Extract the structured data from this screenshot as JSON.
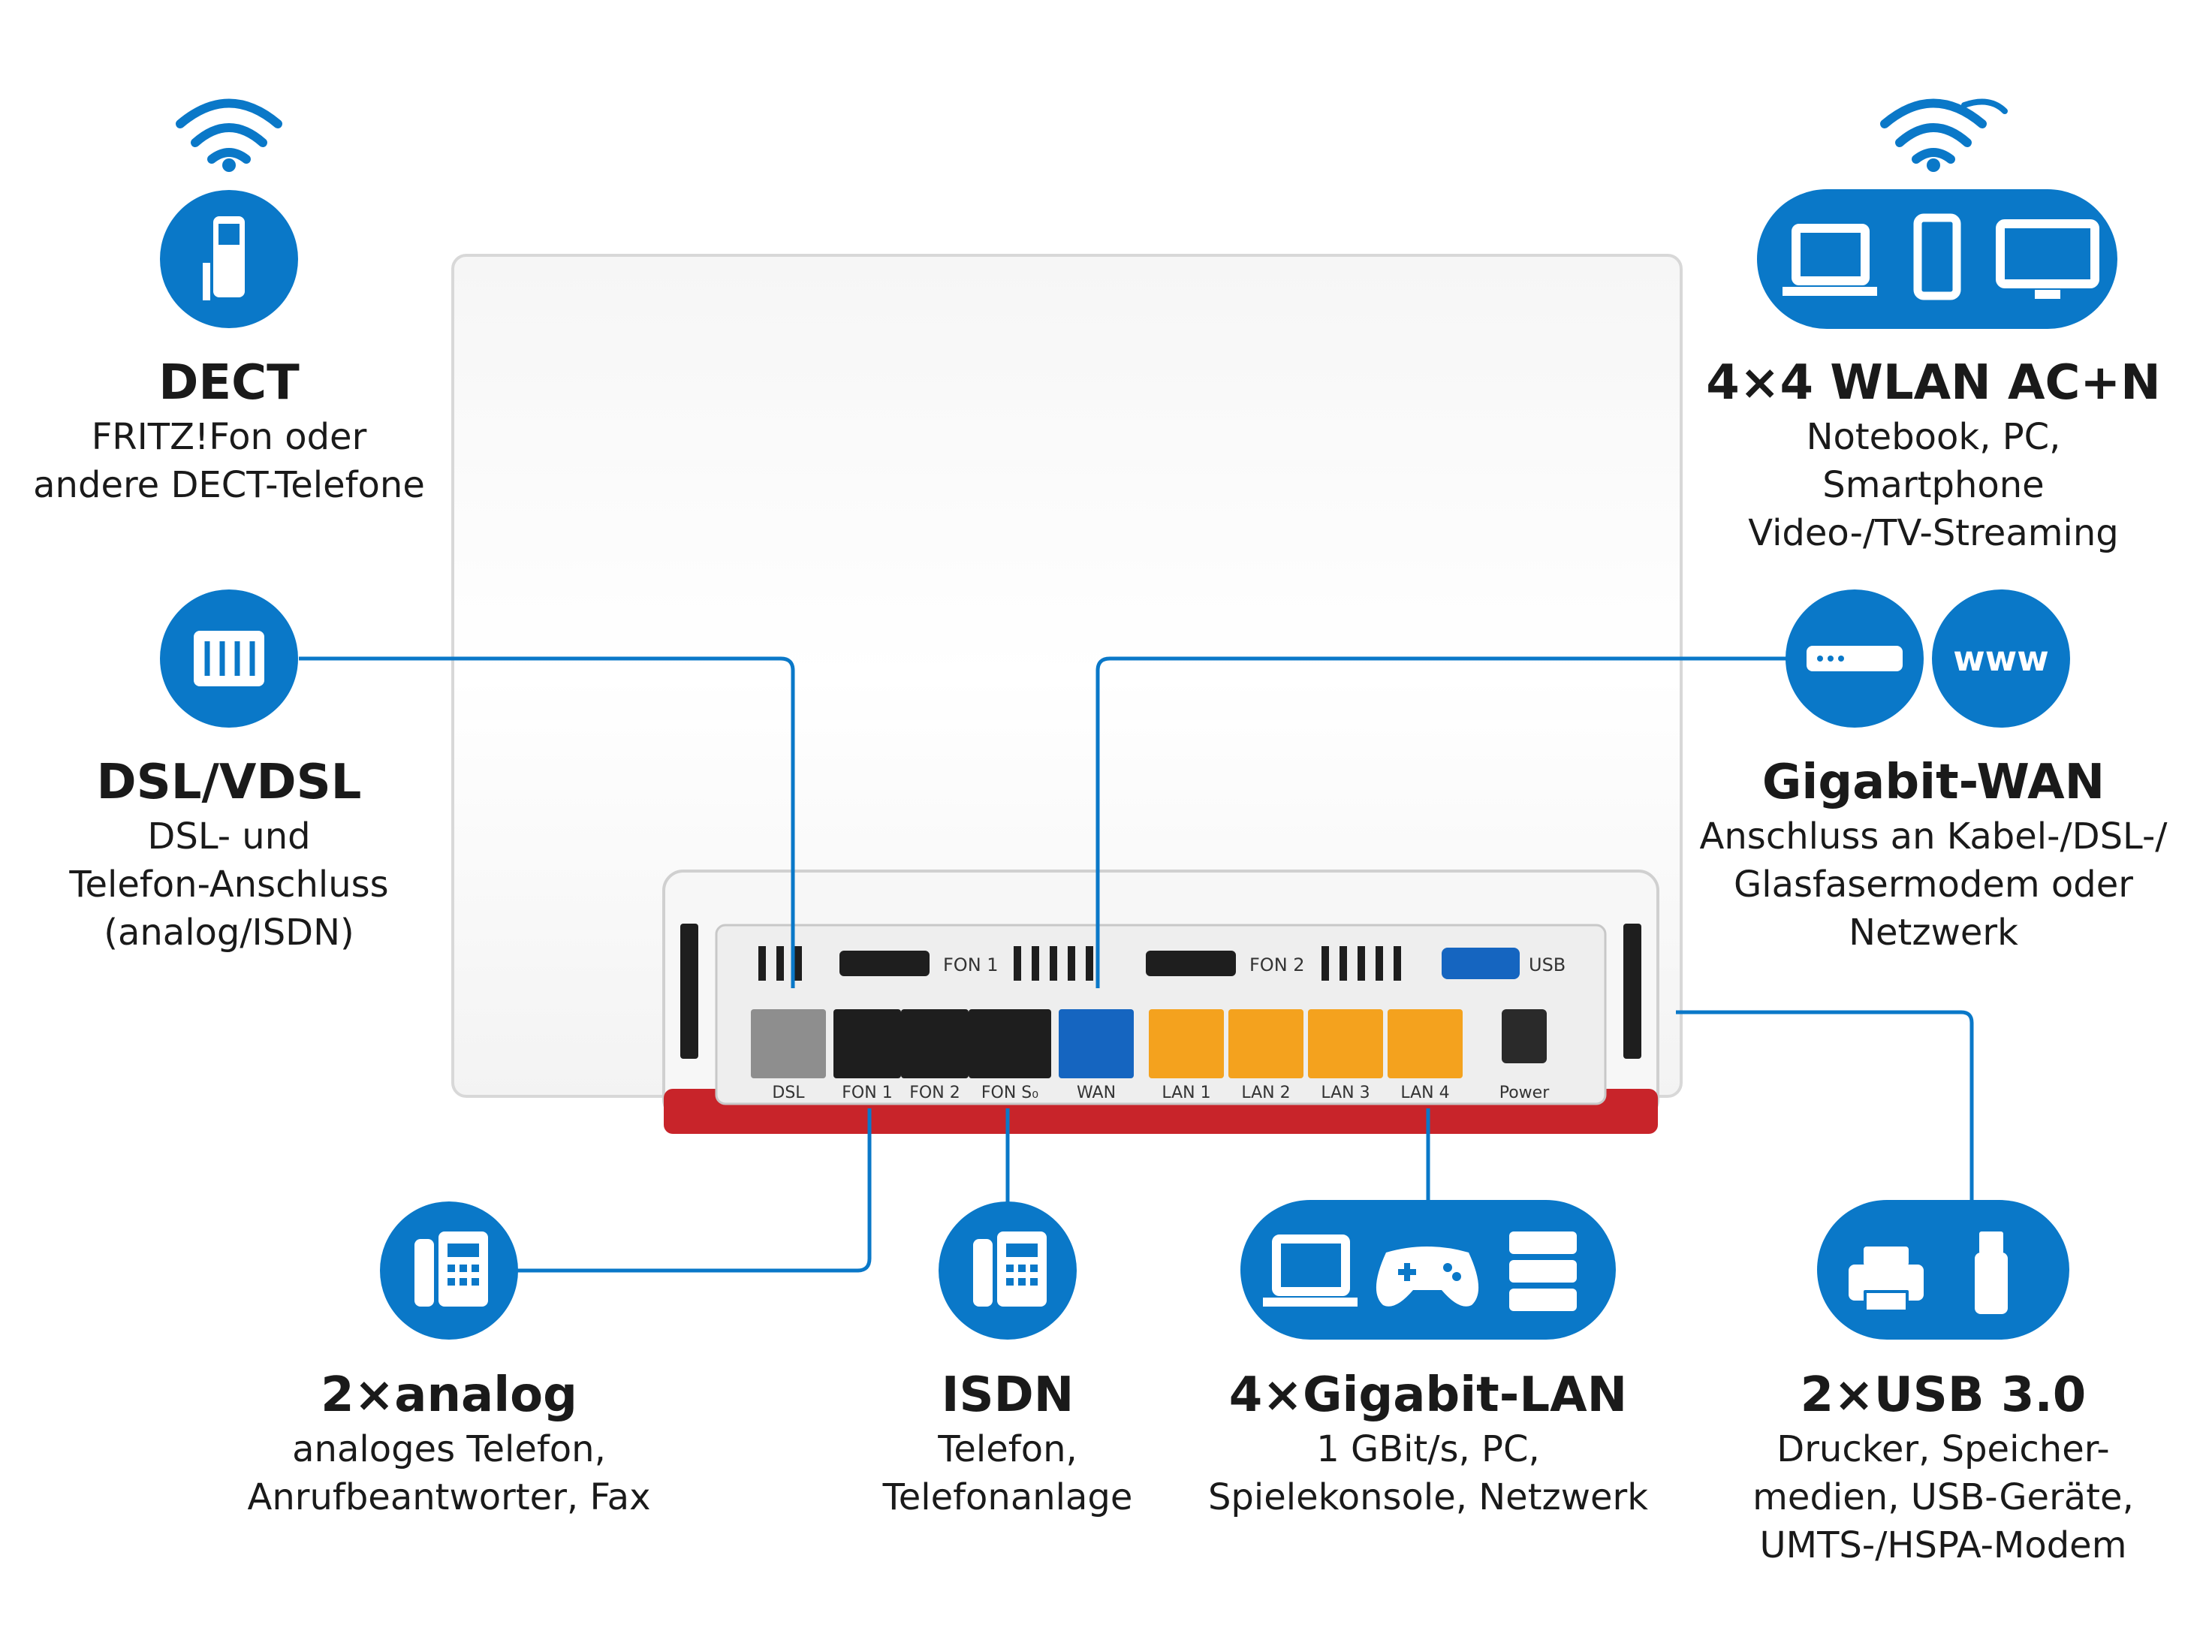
{
  "colors": {
    "accent": "#0a78c8",
    "lan": "#f4a21e",
    "wan_port": "#1565c0",
    "dsl_port": "#8e8e8e",
    "fon_port": "#1e1e1e",
    "base_red": "#c8242a"
  },
  "features": {
    "dect": {
      "title": "DECT",
      "desc": [
        "FRITZ!Fon oder",
        "andere DECT-Telefone"
      ],
      "icons": [
        "wifi-icon",
        "cordless-phone-icon"
      ]
    },
    "wlan": {
      "title": "4×4 WLAN AC+N",
      "desc": [
        "Notebook, PC, Smartphone",
        "Video-/TV-Streaming"
      ],
      "icons": [
        "wifi-icon",
        "laptop-icon",
        "smartphone-icon",
        "monitor-icon"
      ]
    },
    "dsl": {
      "title": "DSL/VDSL",
      "desc": [
        "DSL- und",
        "Telefon-Anschluss",
        "(analog/ISDN)"
      ],
      "icons": [
        "dsl-socket-icon"
      ]
    },
    "wan": {
      "title": "Gigabit-WAN",
      "desc": [
        "Anschluss an Kabel-/DSL-/",
        "Glasfasermodem oder",
        "Netzwerk"
      ],
      "icons": [
        "modem-icon",
        "www-icon"
      ],
      "www_label": "www"
    },
    "analog": {
      "title": "2×analog",
      "desc": [
        "analoges Telefon,",
        "Anrufbeantworter, Fax"
      ],
      "icons": [
        "desk-phone-icon"
      ]
    },
    "isdn": {
      "title": "ISDN",
      "desc": [
        "Telefon,",
        "Telefonanlage"
      ],
      "icons": [
        "desk-phone-icon"
      ]
    },
    "lan": {
      "title": "4×Gigabit-LAN",
      "desc": [
        "1 GBit/s, PC,",
        "Spielekonsole, Netzwerk"
      ],
      "icons": [
        "laptop-icon",
        "gamepad-icon",
        "server-icon"
      ]
    },
    "usb": {
      "title": "2×USB 3.0",
      "desc": [
        "Drucker, Speicher-",
        "medien, USB-Geräte,",
        "UMTS-/HSPA-Modem"
      ],
      "icons": [
        "printer-icon",
        "usb-stick-icon"
      ]
    }
  },
  "router": {
    "top_labels": {
      "fon1": "FON 1",
      "fon2": "FON 2",
      "usb": "USB"
    },
    "ports": [
      {
        "label": "DSL",
        "kind": "dsl"
      },
      {
        "label": "FON 1",
        "kind": "fon"
      },
      {
        "label": "FON 2",
        "kind": "fon"
      },
      {
        "label": "FON S₀",
        "kind": "fon"
      },
      {
        "label": "WAN",
        "kind": "wan"
      },
      {
        "label": "LAN 1",
        "kind": "lan"
      },
      {
        "label": "LAN 2",
        "kind": "lan"
      },
      {
        "label": "LAN 3",
        "kind": "lan"
      },
      {
        "label": "LAN 4",
        "kind": "lan"
      },
      {
        "label": "Power",
        "kind": "power"
      }
    ]
  }
}
